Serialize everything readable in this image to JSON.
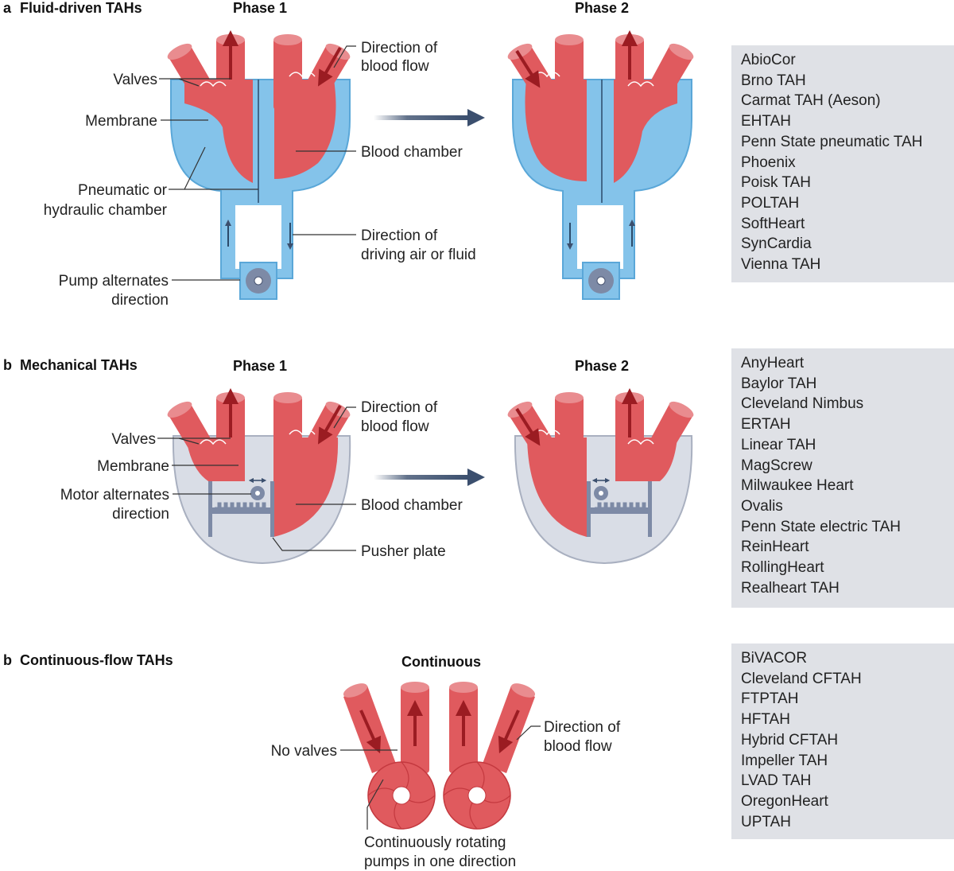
{
  "sections": [
    {
      "letter": "a",
      "title": "Fluid-driven TAHs",
      "phase1": "Phase 1",
      "phase2": "Phase 2",
      "labels": {
        "valves": "Valves",
        "membrane": "Membrane",
        "pneumatic_1": "Pneumatic or",
        "pneumatic_2": "hydraulic chamber",
        "pump_1": "Pump alternates",
        "pump_2": "direction",
        "flow_1": "Direction of",
        "flow_2": "blood flow",
        "chamber": "Blood chamber",
        "drive_1": "Direction of",
        "drive_2": "driving air or fluid"
      },
      "devices": [
        "AbioCor",
        "Brno TAH",
        "Carmat TAH (Aeson)",
        "EHTAH",
        "Penn State pneumatic TAH",
        "Phoenix",
        "Poisk TAH",
        "POLTAH",
        "SoftHeart",
        "SynCardia",
        "Vienna TAH"
      ]
    },
    {
      "letter": "b",
      "title": "Mechanical TAHs",
      "phase1": "Phase 1",
      "phase2": "Phase 2",
      "labels": {
        "valves": "Valves",
        "membrane": "Membrane",
        "motor_1": "Motor alternates",
        "motor_2": "direction",
        "flow_1": "Direction of",
        "flow_2": "blood flow",
        "chamber": "Blood chamber",
        "pusher": "Pusher plate"
      },
      "devices": [
        "AnyHeart",
        "Baylor TAH",
        "Cleveland Nimbus",
        "ERTAH",
        "Linear TAH",
        "MagScrew",
        "Milwaukee Heart",
        "Ovalis",
        "Penn State electric TAH",
        "ReinHeart",
        "RollingHeart",
        "Realheart TAH"
      ]
    },
    {
      "letter": "b",
      "title": "Continuous-flow TAHs",
      "phase1": "Continuous",
      "labels": {
        "novalves": "No valves",
        "flow_1": "Direction of",
        "flow_2": "blood flow",
        "rot_1": "Continuously rotating",
        "rot_2": "pumps in one direction"
      },
      "devices": [
        "BiVACOR",
        "Cleveland CFTAH",
        "FTPTAH",
        "HFTAH",
        "Hybrid CFTAH",
        "Impeller TAH",
        "LVAD TAH",
        "OregonHeart",
        "UPTAH"
      ]
    }
  ],
  "colors": {
    "blood": "#e05a5e",
    "blood_dark": "#c4393f",
    "vessel_top": "#e98c8f",
    "fluid": "#84c3ea",
    "fluid_dark": "#5aa7d8",
    "casing": "#d9dde6",
    "arrow_dark": "#9b1c22",
    "transition_arrow": "#3b4f6e",
    "panel": "#dfe1e6"
  }
}
